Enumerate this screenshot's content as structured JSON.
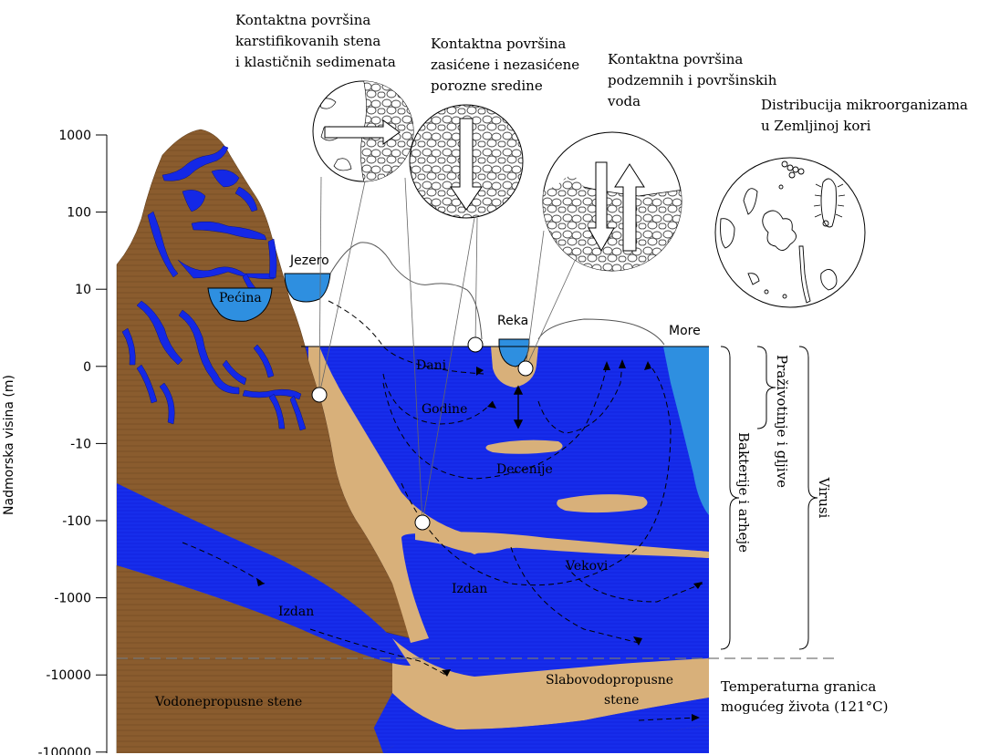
{
  "axis": {
    "label": "Nadmorska visina (m)",
    "ticks": [
      "1000",
      "100",
      "10",
      "0",
      "-10",
      "-100",
      "-1000",
      "-10000",
      "-100000"
    ]
  },
  "labels": {
    "jezero": "Jezero",
    "pecina": "Pećina",
    "reka": "Reka",
    "more": "More",
    "dani": "Dani",
    "godine": "Godine",
    "decenije": "Decenije",
    "vekovi": "Vekovi",
    "izdan1": "Izdan",
    "izdan2": "Izdan",
    "slabovodo_l1": "Slabovodopropusne",
    "slabovodo_l2": "stene",
    "vodonepropusne": "Vodonepropusne stene",
    "temp_l1": "Temperaturna granica",
    "temp_l2": "mogućeg života (121°C)"
  },
  "callouts": {
    "c1": [
      "Kontaktna površina",
      "karstifikovanih stena",
      "i klastičnih sedimenata"
    ],
    "c2": [
      "Kontaktna površina",
      "zasićene i nezasićene",
      "porozne sredine"
    ],
    "c3": [
      "Kontaktna površina",
      "podzemnih i površinskih",
      "voda"
    ],
    "c4": [
      "Distribucija mikroorganizama",
      "u Zemljinoj kori"
    ]
  },
  "ranges": {
    "protisti": "Praživotinje i gljive",
    "bakterije": "Bakterije i arheje",
    "virusi": "Virusi"
  },
  "colors": {
    "rock": "#8a5c2e",
    "rock_dark": "#6e4722",
    "water": "#1020e0",
    "sediment": "#d8b07a",
    "surface_water": "#2e8fe0"
  }
}
